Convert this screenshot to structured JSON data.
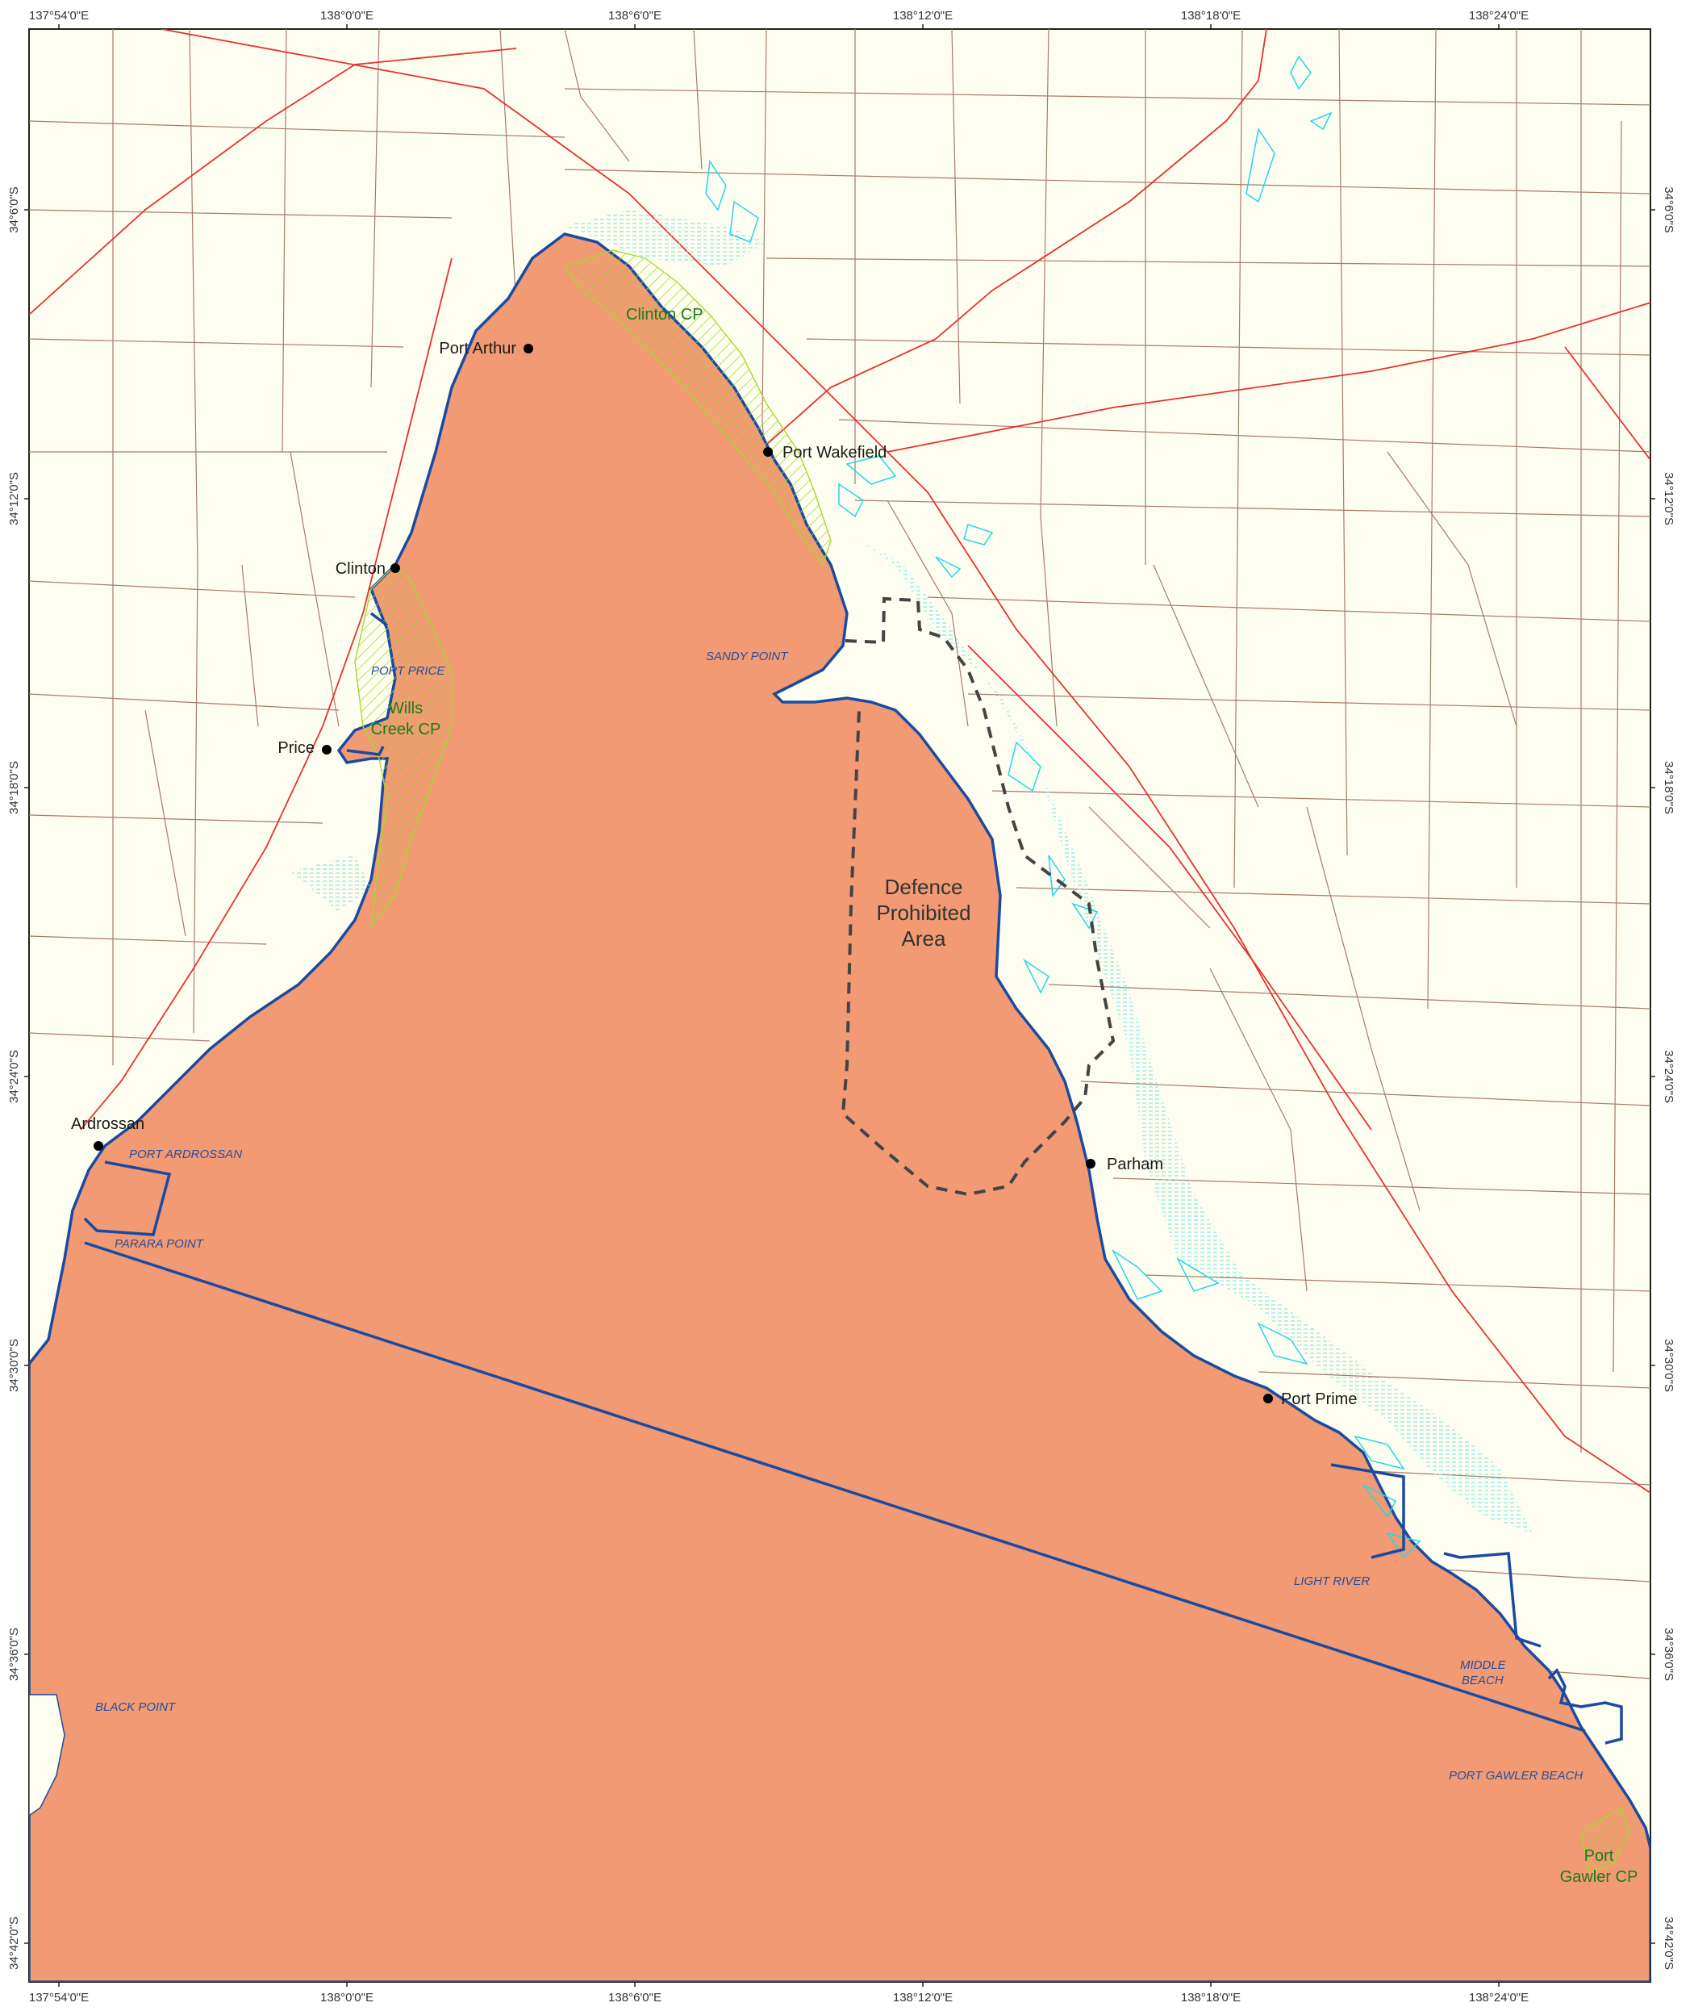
{
  "graticule": {
    "longitudes": [
      "137°54'0\"E",
      "138°0'0\"E",
      "138°6'0\"E",
      "138°12'0\"E",
      "138°18'0\"E",
      "138°24'0\"E"
    ],
    "latitudes": [
      "34°6'0\"S",
      "34°12'0\"S",
      "34°18'0\"S",
      "34°24'0\"S",
      "34°30'0\"S",
      "34°36'0\"S",
      "34°42'0\"S"
    ]
  },
  "towns": [
    {
      "name": "Port Arthur"
    },
    {
      "name": "Port Wakefield"
    },
    {
      "name": "Clinton"
    },
    {
      "name": "Price"
    },
    {
      "name": "Ardrossan"
    },
    {
      "name": "Parham"
    },
    {
      "name": "Port Prime"
    }
  ],
  "places": [
    {
      "name": "PORT PRICE"
    },
    {
      "name": "SANDY POINT"
    },
    {
      "name": "PORT ARDROSSAN"
    },
    {
      "name": "PARARA POINT"
    },
    {
      "name": "LIGHT RIVER"
    },
    {
      "name": "MIDDLE"
    },
    {
      "name": "BEACH"
    },
    {
      "name": "BLACK POINT"
    },
    {
      "name": "PORT GAWLER BEACH"
    }
  ],
  "parks": [
    {
      "lines": [
        "Clinton CP"
      ]
    },
    {
      "lines": [
        "Wills",
        "Creek CP"
      ]
    },
    {
      "lines": [
        "Port",
        "Gawler CP"
      ]
    }
  ],
  "zone_label": [
    "Defence",
    "Prohibited",
    "Area"
  ],
  "colors": {
    "land": "#fefef0",
    "sea": "#f19a73",
    "boundary": "#1b4aa0",
    "road_major": "#e53232",
    "road_minor": "#a87a6a",
    "wetland": "#22d8e6",
    "park_hatch": "#a6d832",
    "prohibited": "#444444"
  }
}
